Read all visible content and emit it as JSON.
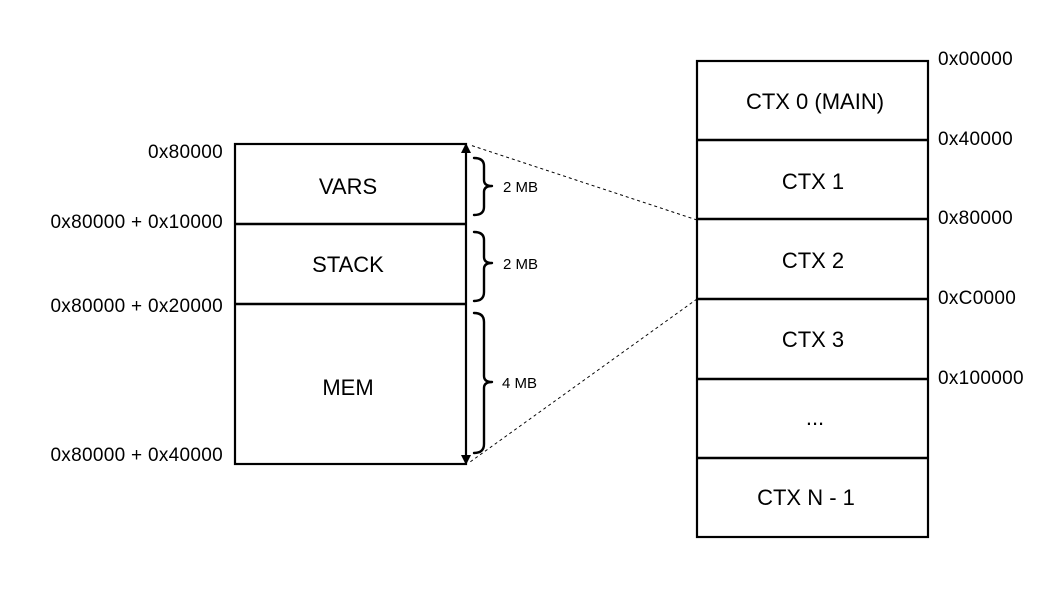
{
  "left_block": {
    "cells": [
      {
        "label": "VARS"
      },
      {
        "label": "STACK"
      },
      {
        "label": "MEM"
      }
    ],
    "addresses": [
      "0x80000",
      "0x80000 + 0x10000",
      "0x80000 + 0x20000",
      "0x80000 + 0x40000"
    ],
    "sizes": [
      "2 MB",
      "2 MB",
      "4 MB"
    ]
  },
  "right_block": {
    "cells": [
      {
        "label": "CTX 0 (MAIN)"
      },
      {
        "label": "CTX 1"
      },
      {
        "label": "CTX 2"
      },
      {
        "label": "CTX 3"
      },
      {
        "label": "..."
      },
      {
        "label": "CTX N - 1"
      }
    ],
    "addresses": [
      "0x00000",
      "0x40000",
      "0x80000",
      "0xC0000",
      "0x100000"
    ]
  },
  "connector": {
    "style": "dashed",
    "from": "CTX 2",
    "to": "VARS, STACK, MEM"
  }
}
